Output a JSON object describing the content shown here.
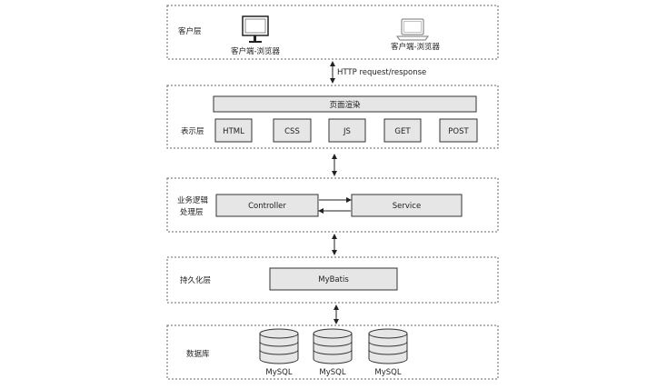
{
  "layers": {
    "client": {
      "label": "客户层",
      "desktop_caption": "客户端-浏览器",
      "laptop_caption": "客户端-浏览器",
      "desktop_icon": "desktop-monitor-icon",
      "laptop_icon": "laptop-icon"
    },
    "connector_label": "HTTP request/response",
    "presentation": {
      "label": "表示层",
      "banner": "页面渲染",
      "items": [
        "HTML",
        "CSS",
        "JS",
        "GET",
        "POST"
      ]
    },
    "business": {
      "label_line1": "业务逻辑",
      "label_line2": "处理层",
      "controller": "Controller",
      "service": "Service"
    },
    "persistence": {
      "label": "持久化层",
      "mybatis": "MyBatis"
    },
    "database": {
      "label": "数据库",
      "db_captions": [
        "MySQL",
        "MySQL",
        "MySQL"
      ],
      "db_icon": "database-cylinder-icon"
    }
  },
  "colors": {
    "box_fill": "#e6e6e6",
    "stroke": "#333333",
    "dashed_border": "#555555"
  }
}
